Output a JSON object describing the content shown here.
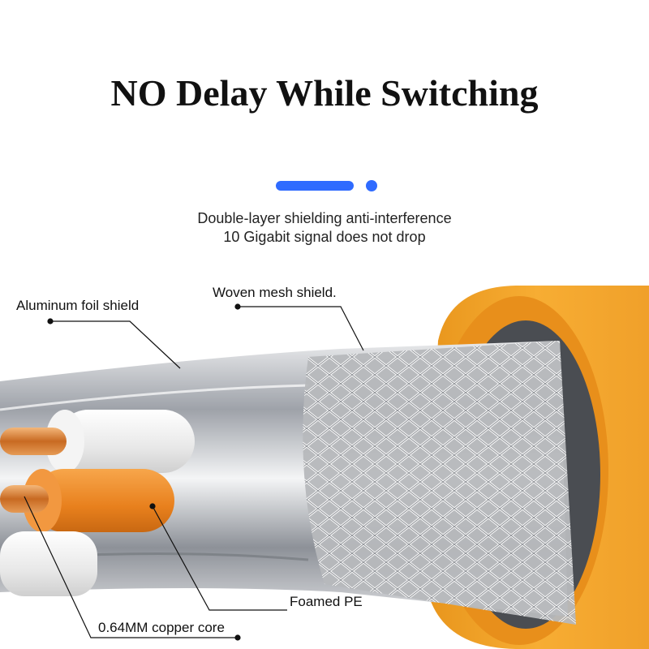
{
  "header": {
    "title": "NO Delay While Switching",
    "accent_color": "#2f6bff"
  },
  "subtitle": {
    "line1": "Double-layer shielding anti-interference",
    "line2": "10 Gigabit signal does not drop"
  },
  "callouts": {
    "aluminum_foil": "Aluminum foil shield",
    "woven_mesh": "Woven mesh shield.",
    "foamed_pe": "Foamed PE",
    "copper_core": "0.64MM copper core"
  },
  "colors": {
    "jacket": "#f5a623",
    "foil": "#b9bcc2",
    "copper": "#d8833a",
    "insulation_white": "#f2f2f2",
    "insulation_orange": "#f08a24"
  }
}
